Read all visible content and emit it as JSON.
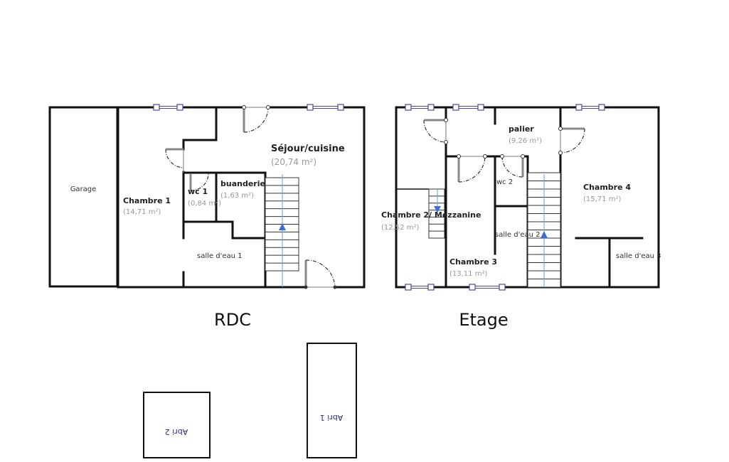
{
  "rdc": {
    "level_label": "RDC",
    "garage": "Garage",
    "rooms": {
      "chambre1": {
        "name": "Chambre 1",
        "area": "(14,71 m²)"
      },
      "wc1": {
        "name": "wc 1",
        "area": "(0,84 m²)"
      },
      "buanderie": {
        "name": "buanderie",
        "area": "(1,63 m²)"
      },
      "sejour": {
        "name": "Séjour/cuisine",
        "area": "(20,74 m²)"
      },
      "salle_eau1": {
        "name": "salle d'eau 1"
      }
    }
  },
  "etage": {
    "level_label": "Etage",
    "rooms": {
      "palier": {
        "name": "palier",
        "area": "(9,26 m²)"
      },
      "chambre2": {
        "name": "Chambre 2/ Mezzanine",
        "area": "(12,52 m²)"
      },
      "wc2": {
        "name": "wc 2"
      },
      "salle_eau2": {
        "name": "salle d'eau 2"
      },
      "chambre3": {
        "name": "Chambre 3",
        "area": "(13,11 m²)"
      },
      "chambre4": {
        "name": "Chambre 4",
        "area": "(15,71 m²)"
      },
      "salle_eau3": {
        "name": "salle d'eau 3"
      }
    }
  },
  "outbuildings": {
    "abri1": "Abri 1",
    "abri2": "Abri 2"
  },
  "colors": {
    "wall": "#111111",
    "window": "#4a4a9a",
    "stair_arrow": "#3a6fd8"
  }
}
